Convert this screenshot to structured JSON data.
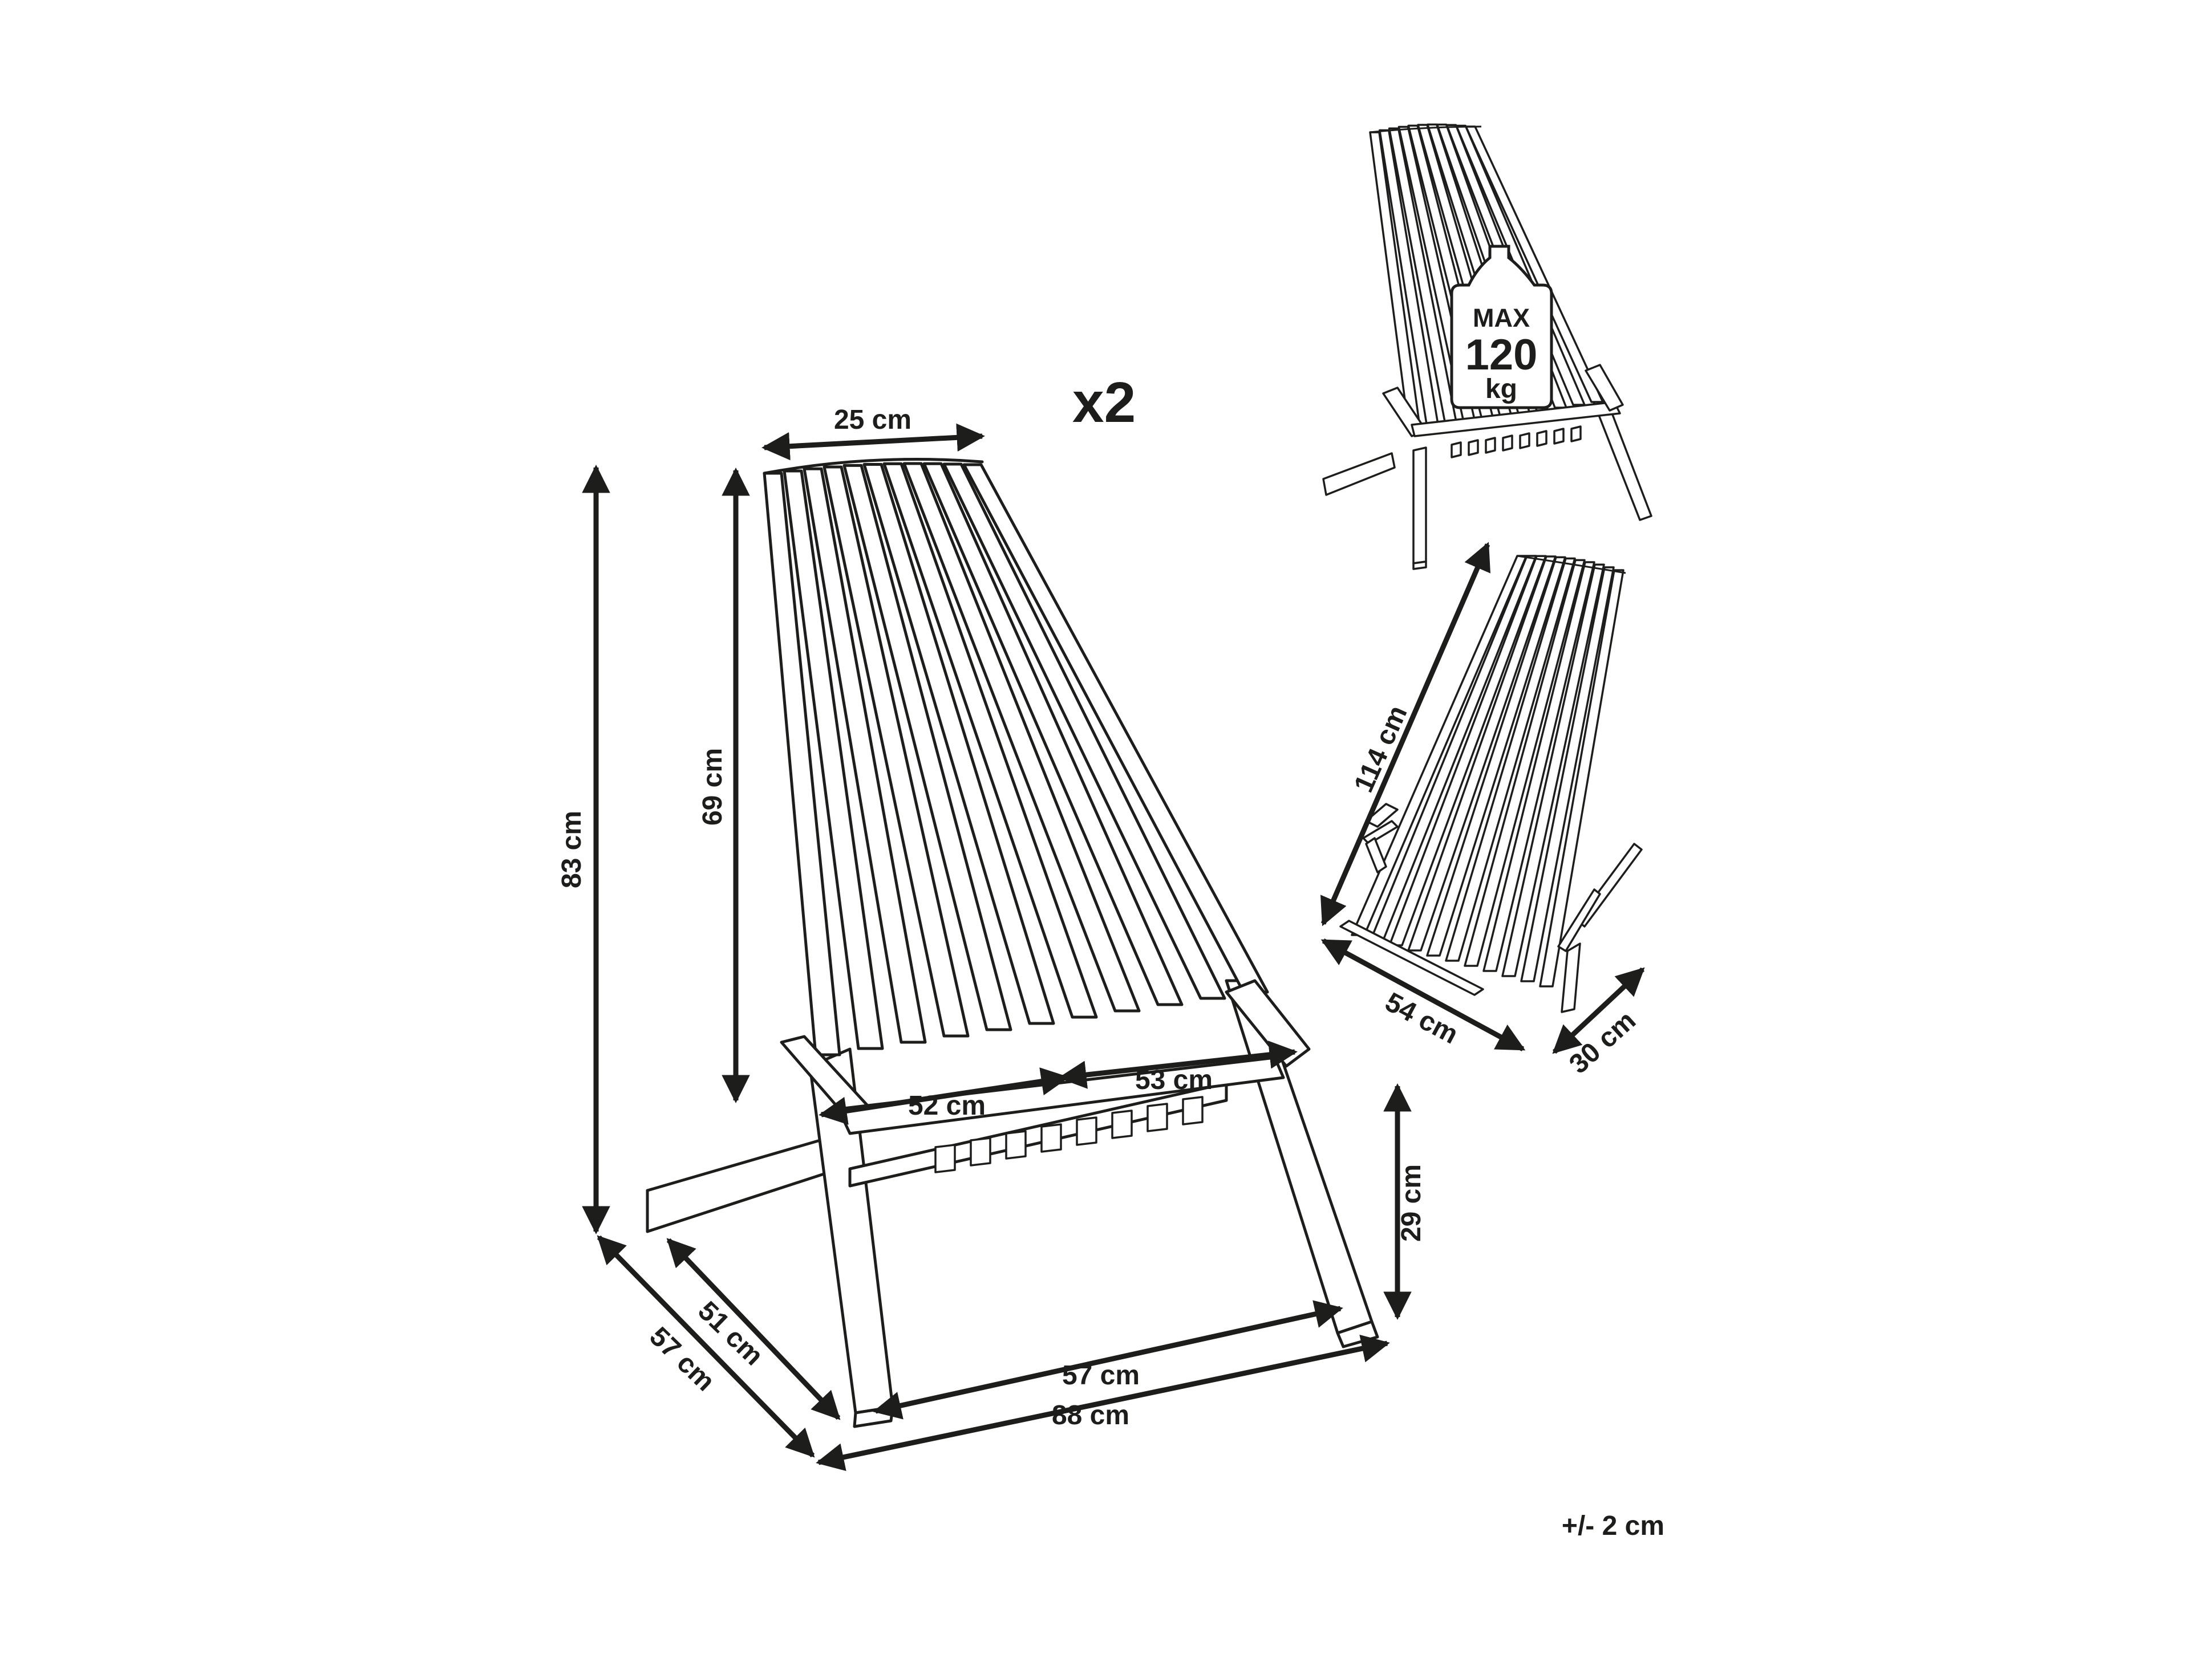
{
  "quantity": "x2",
  "tolerance": "+/- 2 cm",
  "weight_badge": {
    "line1": "MAX",
    "line2": "120",
    "line3": "kg"
  },
  "dimensions": {
    "top_width": "25 cm",
    "total_height": "83 cm",
    "backrest_height": "69 cm",
    "seat_front_width": "52 cm",
    "seat_depth": "53 cm",
    "seat_height": "29 cm",
    "depth_outer": "57 cm",
    "depth_inner": "51 cm",
    "base_inner_length": "57 cm",
    "total_length": "88 cm",
    "folded_length": "114 cm",
    "folded_width": "54 cm",
    "folded_depth": "30 cm"
  },
  "icons": {
    "main": "folding-chair-front-view",
    "thumb_top": "chair-max-load-view",
    "thumb_bottom": "folded-chair-view"
  }
}
